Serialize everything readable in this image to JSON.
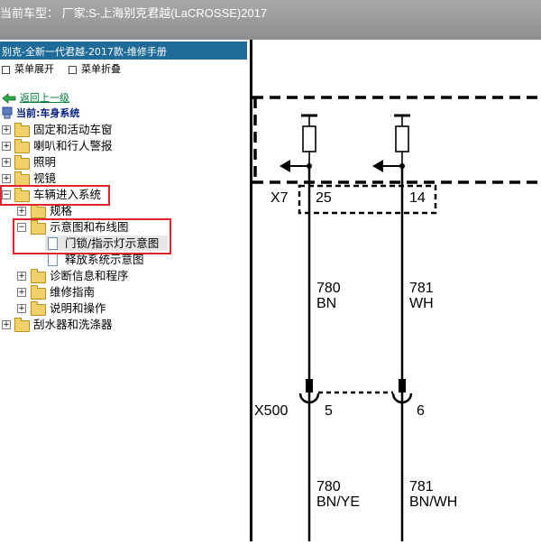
{
  "titlebar": {
    "text": "当前车型：  厂家:S-上海别克君越(LaCROSSE)2017"
  },
  "left_panel": {
    "header": "别克-全新一代君越-2017款-维修手册",
    "toolbar": {
      "expand": "菜单展开",
      "collapse": "菜单折叠"
    },
    "back": "返回上一级",
    "current": "当前:车身系统",
    "tree": [
      {
        "label": "固定和活动车窗"
      },
      {
        "label": "喇叭和行人警报"
      },
      {
        "label": "照明"
      },
      {
        "label": "视镜"
      },
      {
        "label": "车辆进入系统"
      },
      {
        "label": "规格"
      },
      {
        "label": "示意图和布线图"
      },
      {
        "label": "门锁/指示灯示意图"
      },
      {
        "label": "释放系统示意图"
      },
      {
        "label": "诊断信息和程序"
      },
      {
        "label": "维修指南"
      },
      {
        "label": "说明和操作"
      },
      {
        "label": "刮水器和洗涤器"
      }
    ]
  },
  "diagram": {
    "connector_top": {
      "name": "X7",
      "pins": [
        "25",
        "14"
      ]
    },
    "wires_top": [
      {
        "circuit": "780",
        "color": "BN"
      },
      {
        "circuit": "781",
        "color": "WH"
      }
    ],
    "connector_bottom": {
      "name": "X500",
      "pins": [
        "5",
        "6"
      ]
    },
    "wires_bottom": [
      {
        "circuit": "780",
        "color": "BN/YE"
      },
      {
        "circuit": "781",
        "color": "BN/WH"
      }
    ]
  }
}
